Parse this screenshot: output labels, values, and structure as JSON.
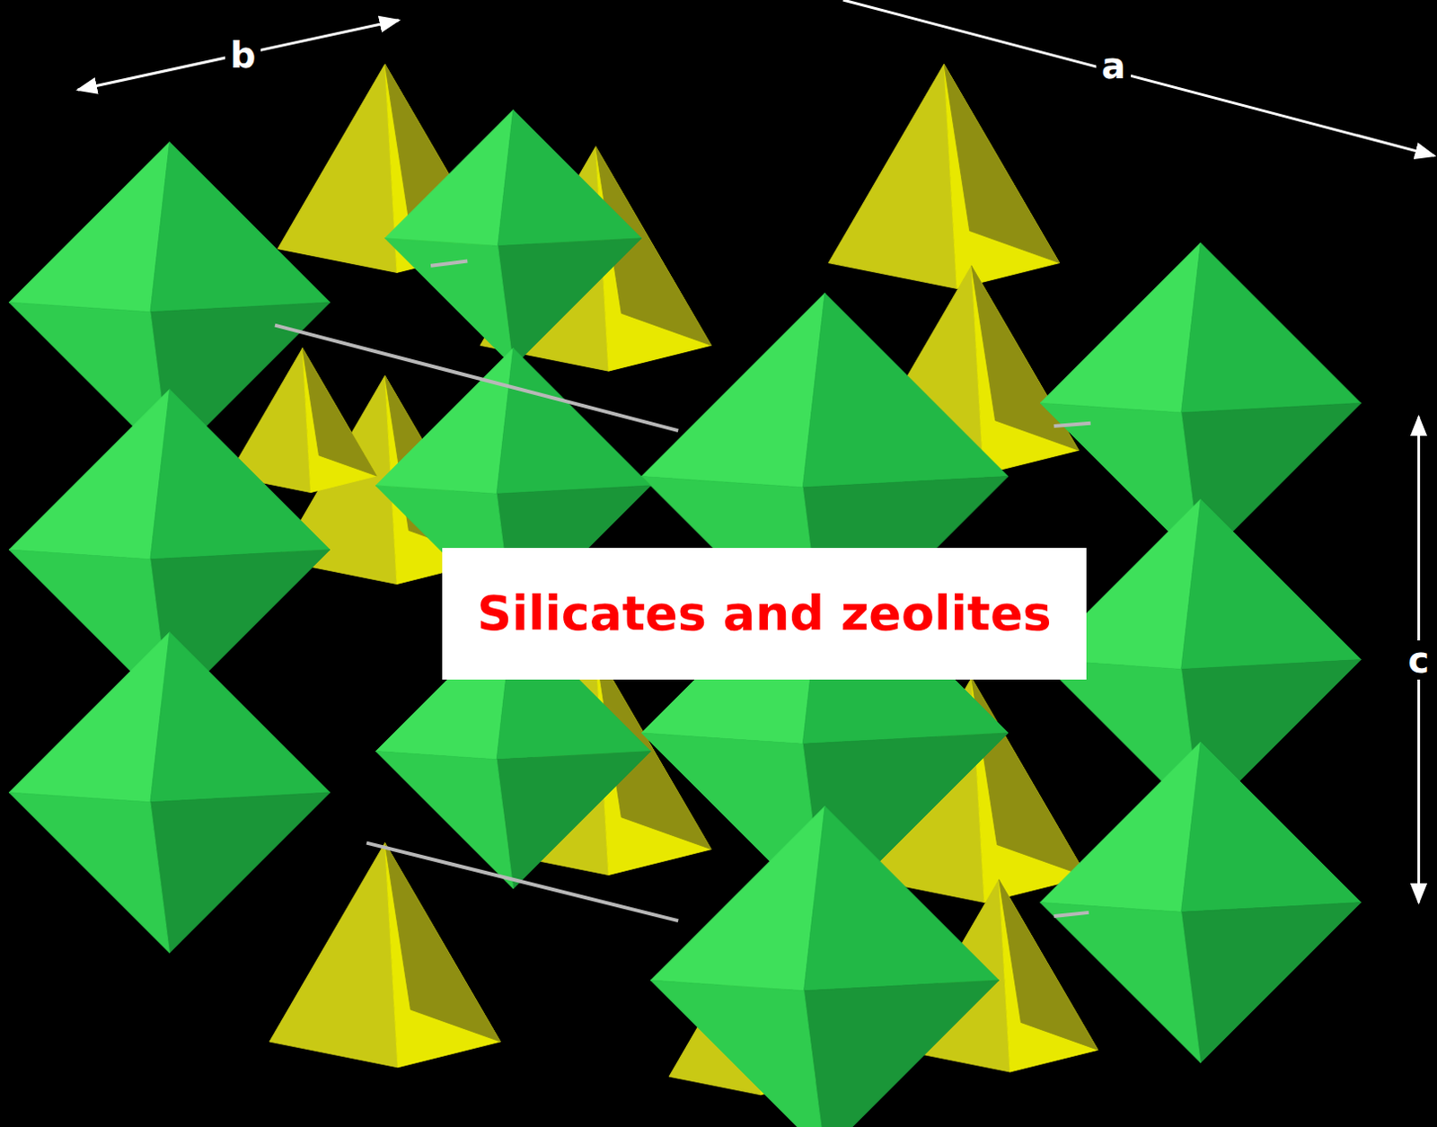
{
  "diagram": {
    "nodes": [
      {
        "text": [
          "Silicates and zeolites"
        ]
      }
    ],
    "labels": [
      "b",
      "a",
      "c"
    ]
  }
}
